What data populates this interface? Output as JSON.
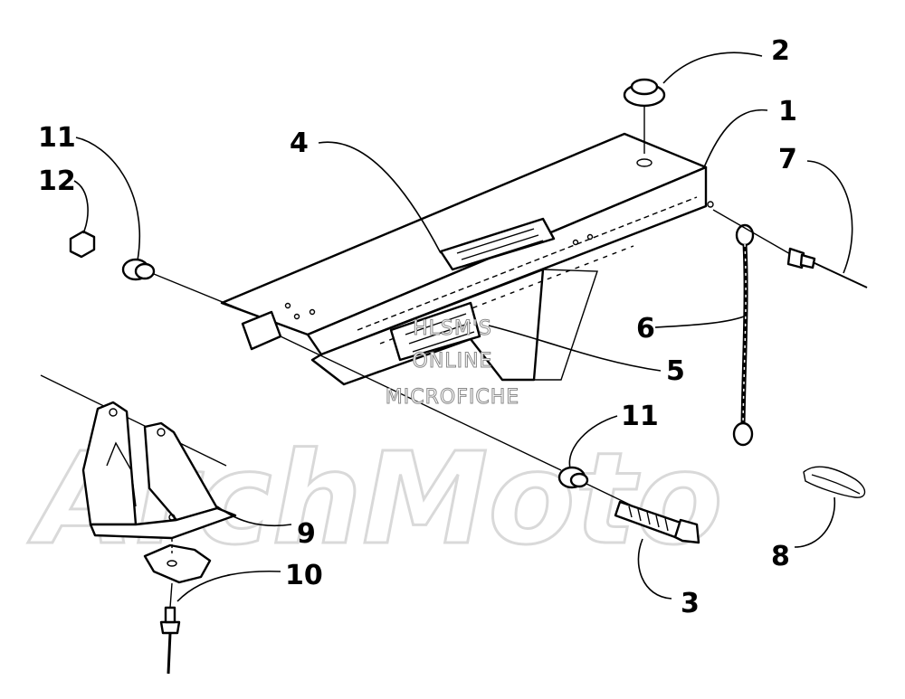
{
  "diagram": {
    "callouts": [
      "1",
      "2",
      "3",
      "4",
      "5",
      "6",
      "7",
      "8",
      "9",
      "10",
      "11",
      "11",
      "12"
    ],
    "watermark": {
      "brand": "ArchMoto",
      "lines": [
        "HLSM'S",
        "ONLINE",
        "MICROFICHE"
      ]
    },
    "colors": {
      "ink": "#000000",
      "watermark": "#d9d9d9"
    }
  }
}
